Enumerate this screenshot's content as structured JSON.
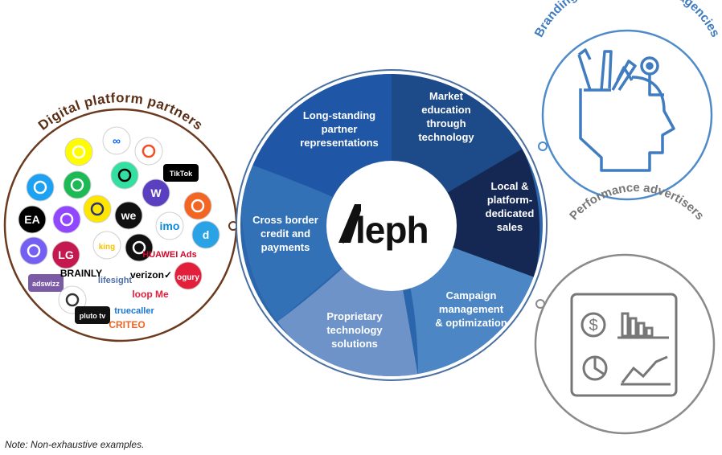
{
  "center": {
    "brand": "Aleph",
    "segments": [
      {
        "label": "Long-standing\npartner\nrepresentations",
        "color": "#1f56a6"
      },
      {
        "label": "Market\neducation\nthrough\ntechnology",
        "color": "#163f78"
      },
      {
        "label": "Local &\nplatform-\ndedicated\nsales",
        "color": "#16264f"
      },
      {
        "label": "Campaign\nmanagement\n& optimization",
        "color": "#4c86c4"
      },
      {
        "label": "Proprietary\ntechnology\nsolutions",
        "color": "#6b8fc8"
      },
      {
        "label": "Cross border\ncredit and\npayments",
        "color": "#2b66ad"
      }
    ]
  },
  "partners": {
    "title": "Digital platform partners",
    "border_color": "#6b3a1f",
    "logos": [
      {
        "icon": "meta-icon",
        "text": "∞",
        "color": "#0866ff",
        "bg": "#ffffff"
      },
      {
        "icon": "snapchat-icon",
        "text": "",
        "color": "#ffffff",
        "bg": "#fffc00"
      },
      {
        "icon": "microsoft-icon",
        "text": "",
        "color": "#f25022",
        "bg": "#ffffff"
      },
      {
        "icon": "twitter-icon",
        "text": "",
        "color": "#ffffff",
        "bg": "#1da1f2"
      },
      {
        "icon": "spotify-icon",
        "text": "",
        "color": "#ffffff",
        "bg": "#1db954"
      },
      {
        "icon": "tripadvisor-icon",
        "text": "",
        "color": "#000000",
        "bg": "#34e0a1"
      },
      {
        "icon": "tiktok-icon",
        "text": "TikTok",
        "color": "#ffffff",
        "bg": "#000000"
      },
      {
        "icon": "mercadolibre-icon",
        "text": "",
        "color": "#2d3277",
        "bg": "#ffe600"
      },
      {
        "icon": "warner-music-icon",
        "text": "W",
        "color": "#ffffff",
        "bg": "#5a3fc0"
      },
      {
        "icon": "ea-icon",
        "text": "EA",
        "color": "#ffffff",
        "bg": "#000000"
      },
      {
        "icon": "twitch-icon",
        "text": "",
        "color": "#ffffff",
        "bg": "#9146ff"
      },
      {
        "icon": "wetransfer-icon",
        "text": "we",
        "color": "#ffffff",
        "bg": "#111111"
      },
      {
        "icon": "imo-icon",
        "text": "imo",
        "color": "#0a8ad6",
        "bg": "#ffffff"
      },
      {
        "icon": "settings-app-icon",
        "text": "",
        "color": "#ffffff",
        "bg": "#f26522"
      },
      {
        "icon": "dailymotion-icon",
        "text": "d",
        "color": "#ffffff",
        "bg": "#2aa3e6"
      },
      {
        "icon": "viber-icon",
        "text": "",
        "color": "#ffffff",
        "bg": "#7360f2"
      },
      {
        "icon": "lg-icon",
        "text": "LG",
        "color": "#ffffff",
        "bg": "#c4184e"
      },
      {
        "icon": "king-icon",
        "text": "king",
        "color": "#f8c400",
        "bg": "#ffffff"
      },
      {
        "icon": "bigo-icon",
        "text": "",
        "color": "#ffffff",
        "bg": "#111111"
      },
      {
        "icon": "huawei-ads-icon",
        "text": "HUAWEI Ads",
        "color": "#cf0a2c",
        "bg": "#ffffff"
      },
      {
        "icon": "adswizz-icon",
        "text": "adswizz",
        "color": "#ffffff",
        "bg": "#7b5aa6"
      },
      {
        "icon": "brainly-icon",
        "text": "BRAINLY",
        "color": "#000000",
        "bg": "#ffffff"
      },
      {
        "icon": "lifesight-icon",
        "text": "lifesight",
        "color": "#4f6ea8",
        "bg": "#ffffff"
      },
      {
        "icon": "verizon-icon",
        "text": "verizon✓",
        "color": "#000000",
        "bg": "#ffffff"
      },
      {
        "icon": "ogury-icon",
        "text": "ogury",
        "color": "#ffffff",
        "bg": "#e2203b"
      },
      {
        "icon": "rocket-icon",
        "text": "",
        "color": "#333333",
        "bg": "#ffffff"
      },
      {
        "icon": "loopme-icon",
        "text": "loop Me",
        "color": "#e2203b",
        "bg": "#ffffff"
      },
      {
        "icon": "pluto-tv-icon",
        "text": "pluto tv",
        "color": "#ffffff",
        "bg": "#111111"
      },
      {
        "icon": "truecaller-icon",
        "text": "truecaller",
        "color": "#1b76d3",
        "bg": "#ffffff"
      },
      {
        "icon": "criteo-icon",
        "text": "CRITEO",
        "color": "#f26522",
        "bg": "#ffffff"
      }
    ]
  },
  "branding": {
    "title": "Branding advertisers & Ad agencies",
    "color": "#4f8bc9",
    "icon": "head-creativity-icon"
  },
  "performance": {
    "title": "Performance advertisers",
    "color": "#777777",
    "icon": "analytics-dashboard-icon"
  },
  "note": "Note: Non-exhaustive examples."
}
